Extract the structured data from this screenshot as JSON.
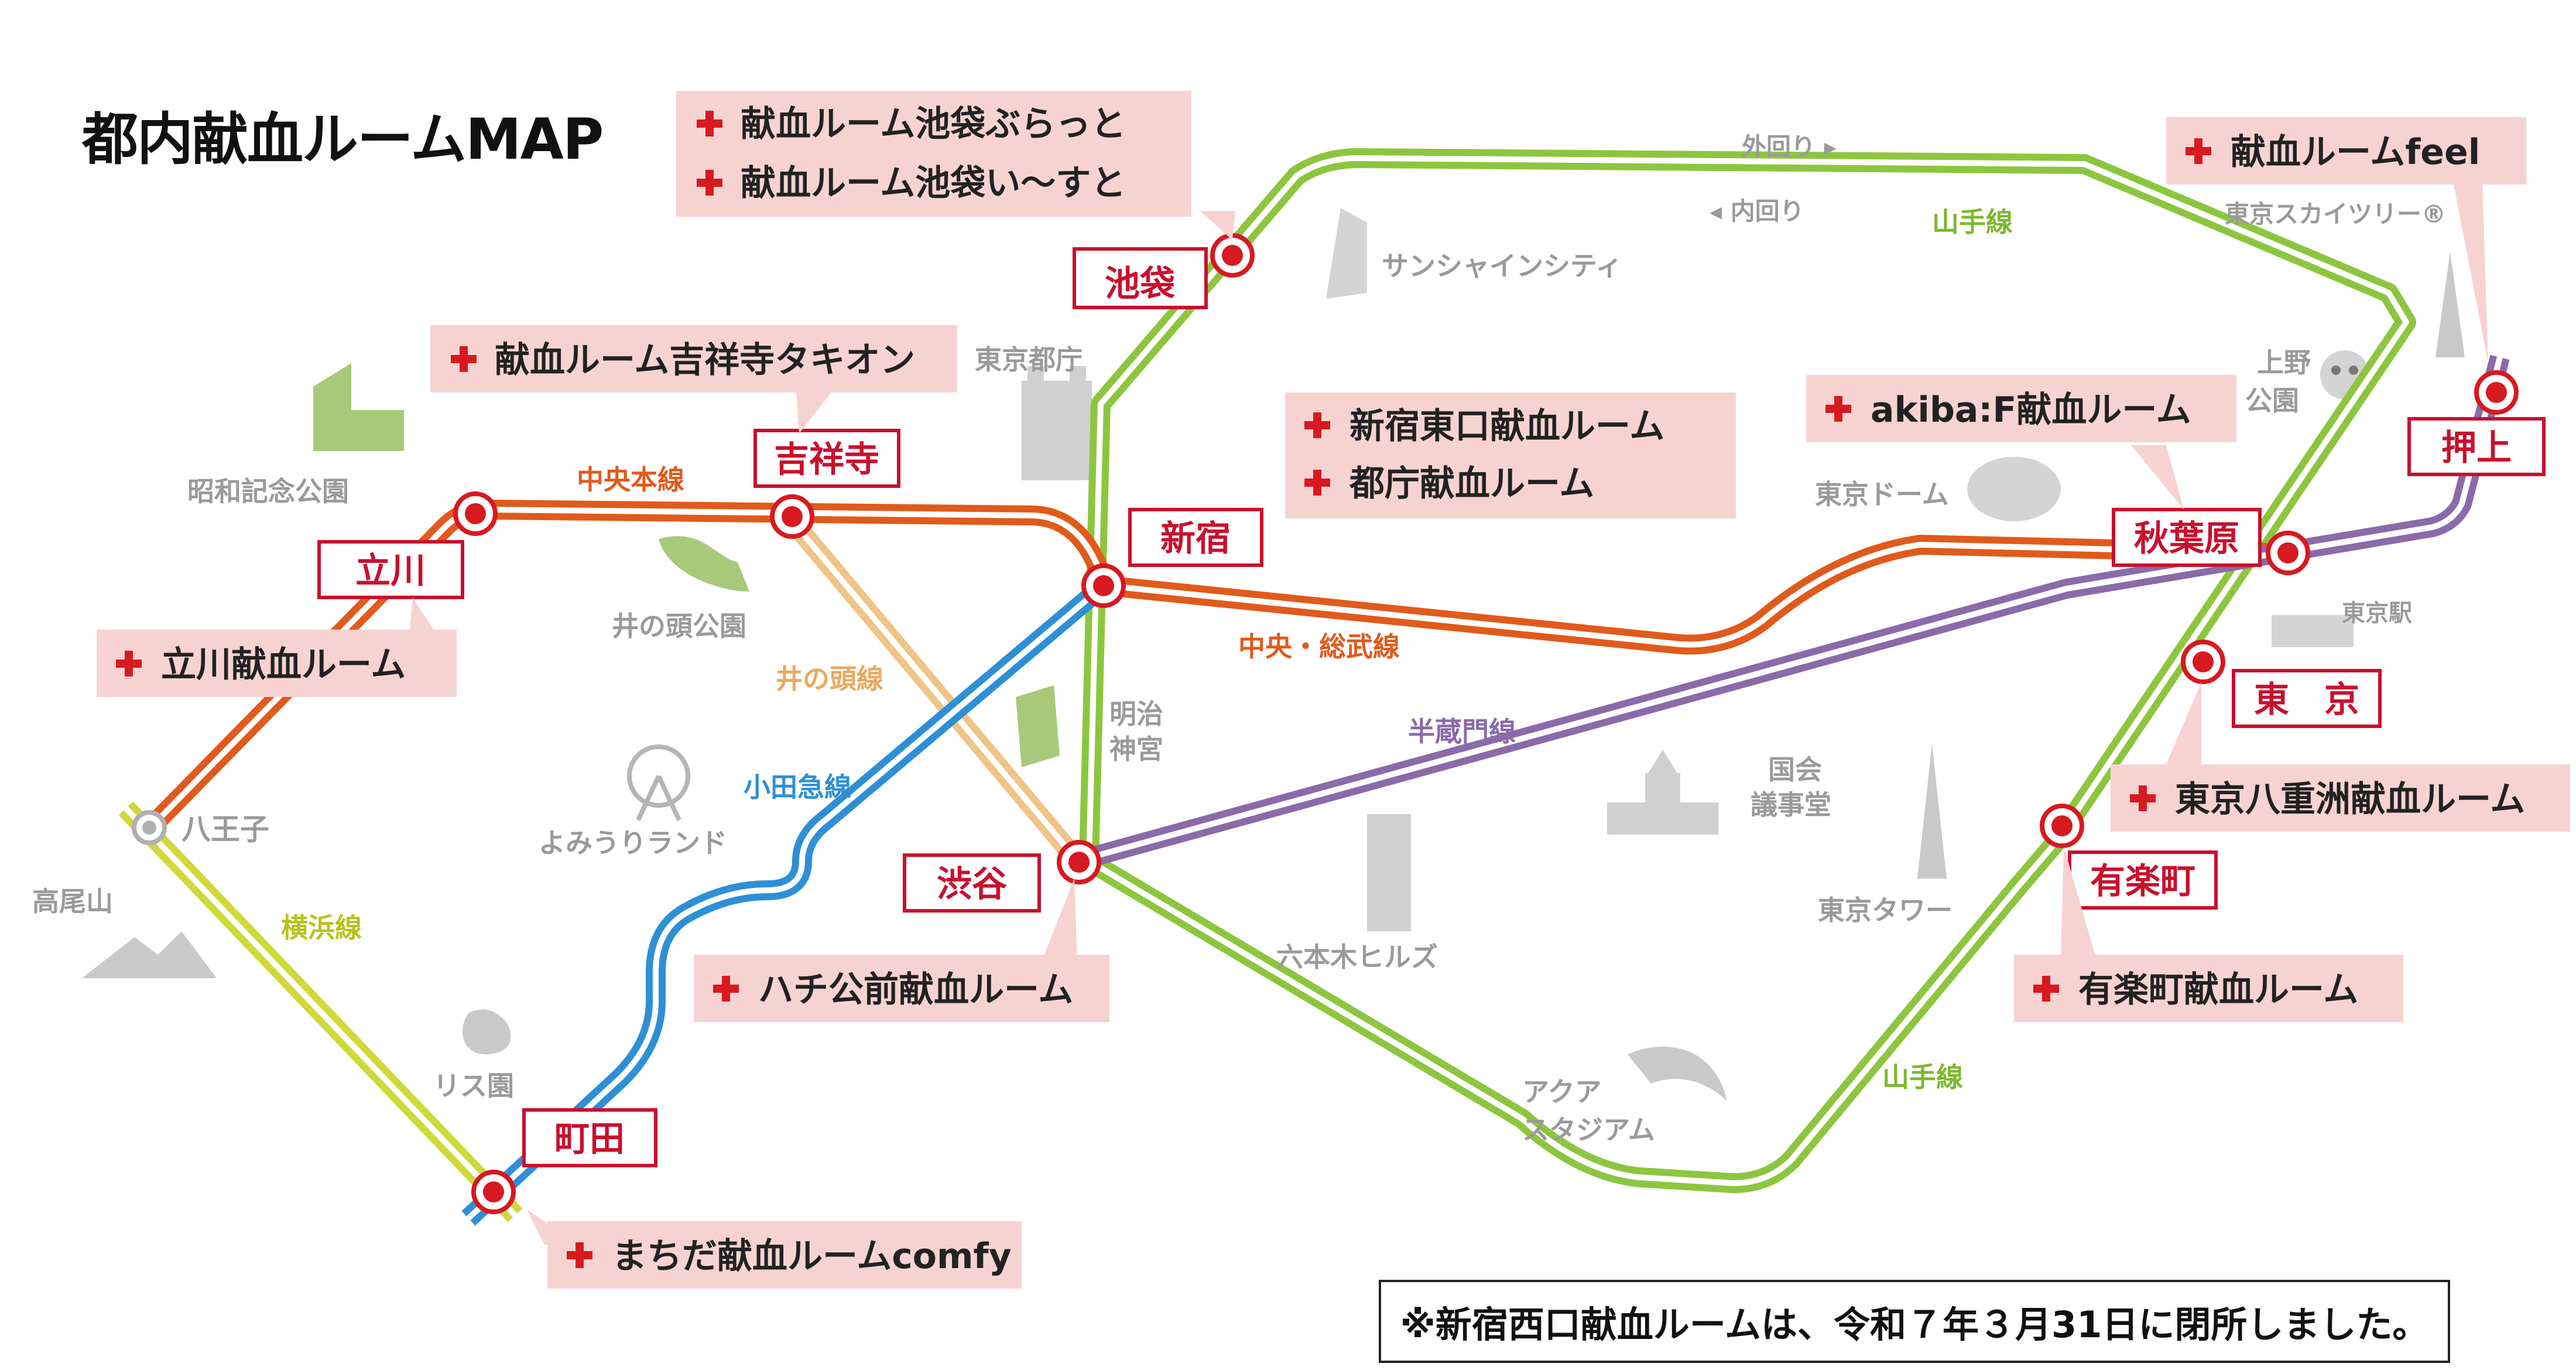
{
  "title": "都内献血ルームMAP",
  "notice": "※新宿西口献血ルームは、令和７年３月31日に閉所しました。",
  "colors": {
    "yamanote": "#8cc63f",
    "chuo": "#e05a1c",
    "chuo_sobu": "#e05a1c",
    "odakyu": "#2e8fd6",
    "inokashira": "#f0c389",
    "hanzomon": "#8a6aa8",
    "yokohama": "#cfd93a",
    "station": "#d71920",
    "room_bg": "#f6d3d1"
  },
  "lines": {
    "yamanote": "山手線",
    "chuo": "中央本線",
    "chuo_sobu": "中央・総武線",
    "odakyu": "小田急線",
    "inokashira": "井の頭線",
    "hanzomon": "半蔵門線",
    "yokohama": "横浜線",
    "outer_loop": "外回り ▸",
    "inner_loop": "◂ 内回り"
  },
  "stations": {
    "ikebukuro": "池袋",
    "kichijoji": "吉祥寺",
    "tachikawa": "立川",
    "shinjuku": "新宿",
    "shibuya": "渋谷",
    "machida": "町田",
    "akihabara": "秋葉原",
    "oshiage": "押上",
    "tokyo": "東　京",
    "yurakucho": "有楽町",
    "hachioji": "八王子"
  },
  "rooms": {
    "ikebukuro_1": "献血ルーム池袋ぶらっと",
    "ikebukuro_2": "献血ルーム池袋い〜すと",
    "kichijoji": "献血ルーム吉祥寺タキオン",
    "shinjuku_1": "新宿東口献血ルーム",
    "shinjuku_2": "都庁献血ルーム",
    "tachikawa": "立川献血ルーム",
    "shibuya": "ハチ公前献血ルーム",
    "machida": "まちだ献血ルームcomfy",
    "akihabara": "akiba:F献血ルーム",
    "oshiage": "献血ルームfeel",
    "tokyo": "東京八重洲献血ルーム",
    "yurakucho": "有楽町献血ルーム"
  },
  "landmarks": {
    "sunshine": "サンシャインシティ",
    "tocho": "東京都庁",
    "showa": "昭和記念公園",
    "inokashira_park": "井の頭公園",
    "meiji_1": "明治",
    "meiji_2": "神宮",
    "yomiuri": "よみうりランド",
    "takao": "高尾山",
    "risu": "リス園",
    "roppongi": "六本木ヒルズ",
    "aqua_1": "アクア",
    "aqua_2": "スタジアム",
    "kokkai_1": "国会",
    "kokkai_2": "議事堂",
    "tokyo_tower": "東京タワー",
    "tokyo_dome": "東京ドーム",
    "ueno_1": "上野",
    "ueno_2": "公園",
    "tokyo_station": "東京駅",
    "skytree": "東京スカイツリー®"
  }
}
